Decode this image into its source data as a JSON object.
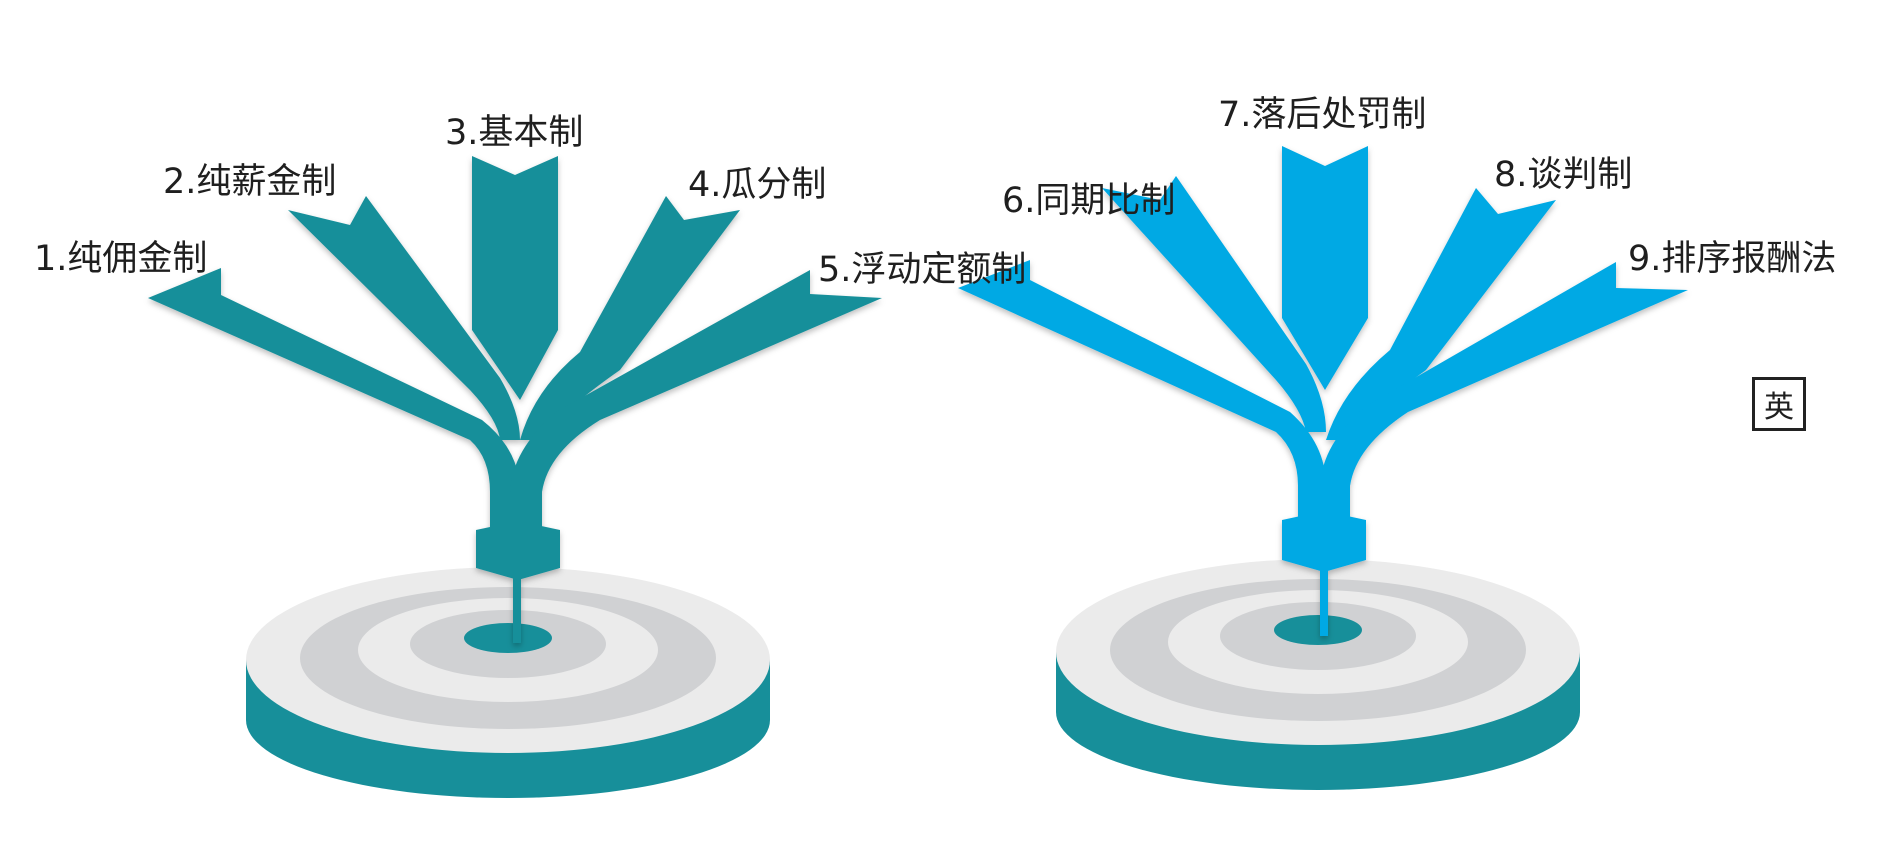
{
  "colors": {
    "left_accent": "#178f9a",
    "right_accent": "#05a9e4",
    "target_light": "#ebebeb",
    "target_gray": "#d0d1d3",
    "base_teal": "#178f9a"
  },
  "left_group": {
    "labels": [
      "1.纯佣金制",
      "2.纯薪金制",
      "3.基本制",
      "4.瓜分制",
      "5.浮动定额制"
    ]
  },
  "right_group": {
    "labels": [
      "6.同期比制",
      "7.落后处罚制",
      "8.谈判制",
      "9.排序报酬法"
    ]
  },
  "badge": {
    "label": "英"
  }
}
